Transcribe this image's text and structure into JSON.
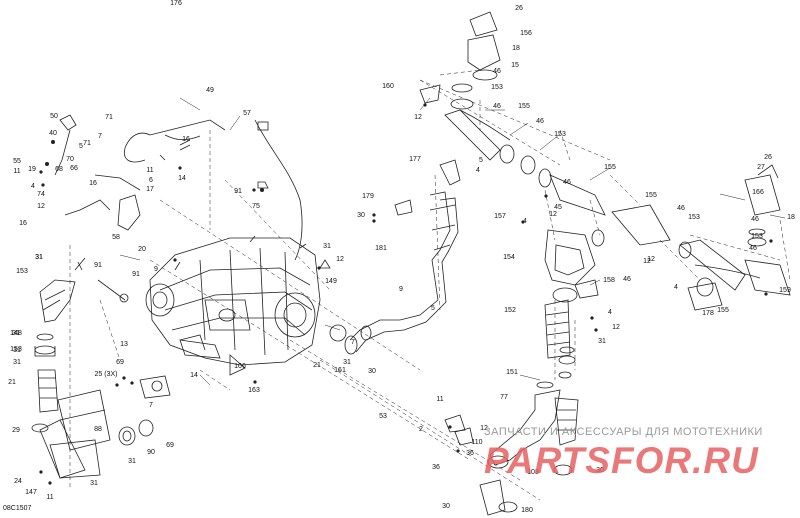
{
  "diagram": {
    "reference_code": "08C1507",
    "watermark": {
      "tagline": "ЗАПЧАСТИ И АКСЕССУАРЫ ДЛЯ МОТОТЕХНИКИ",
      "logo": "PARTSFOR.RU"
    },
    "callouts": [
      "176",
      "26",
      "156",
      "18",
      "15",
      "46",
      "153",
      "160",
      "46",
      "12",
      "155",
      "46",
      "153",
      "5",
      "177",
      "4",
      "155",
      "46",
      "179",
      "30",
      "157",
      "12",
      "4",
      "45",
      "155",
      "46",
      "153",
      "12",
      "154",
      "46",
      "181",
      "158",
      "27",
      "26",
      "166",
      "46",
      "18",
      "153",
      "46",
      "12",
      "4",
      "178",
      "159",
      "155",
      "31",
      "31",
      "152",
      "4",
      "12",
      "31",
      "153",
      "31",
      "151",
      "77",
      "11",
      "53",
      "2",
      "12",
      "110",
      "36",
      "36",
      "30",
      "108",
      "30",
      "180",
      "49",
      "57",
      "50",
      "71",
      "7",
      "71",
      "40",
      "16",
      "55",
      "70",
      "5",
      "19",
      "11",
      "68",
      "4",
      "66",
      "74",
      "11",
      "6",
      "16",
      "17",
      "12",
      "14",
      "91",
      "75",
      "58",
      "16",
      "20",
      "9",
      "91",
      "91",
      "31",
      "149",
      "31",
      "153",
      "148",
      "31",
      "21",
      "29",
      "24",
      "147",
      "11",
      "31",
      "88",
      "31",
      "90",
      "69",
      "13",
      "69",
      "25 (3X)",
      "7",
      "14",
      "106",
      "163",
      "7",
      "21",
      "161",
      "31",
      "30",
      "9",
      "5",
      "12"
    ]
  }
}
